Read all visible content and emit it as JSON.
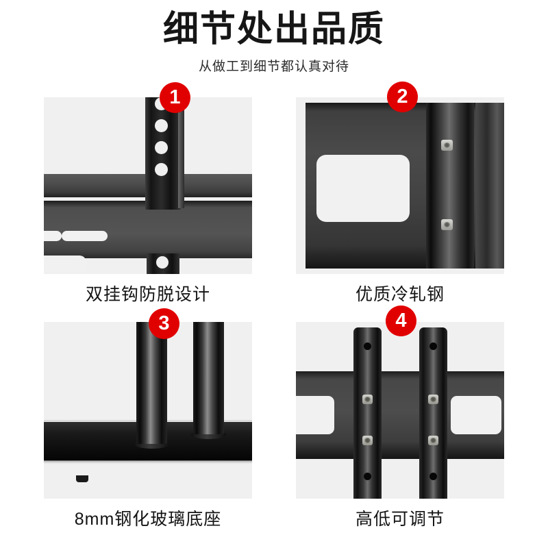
{
  "header": {
    "title": "细节处出品质",
    "subtitle": "从做工到细节都认真对待"
  },
  "theme": {
    "badge_color": "#e10000",
    "badge_text_color": "#ffffff",
    "page_background": "#ffffff",
    "photo_background": "#f0f0f0",
    "title_color": "#161616",
    "caption_color": "#131313"
  },
  "features": [
    {
      "badge": "1",
      "caption": "双挂钩防脱设计",
      "photo_name": "double-hook-bracket-photo"
    },
    {
      "badge": "2",
      "caption": "优质冷轧钢",
      "photo_name": "cold-rolled-steel-photo"
    },
    {
      "badge": "3",
      "caption": "8mm钢化玻璃底座",
      "photo_name": "tempered-glass-base-photo"
    },
    {
      "badge": "4",
      "caption": "高低可调节",
      "photo_name": "height-adjustable-posts-photo"
    }
  ]
}
